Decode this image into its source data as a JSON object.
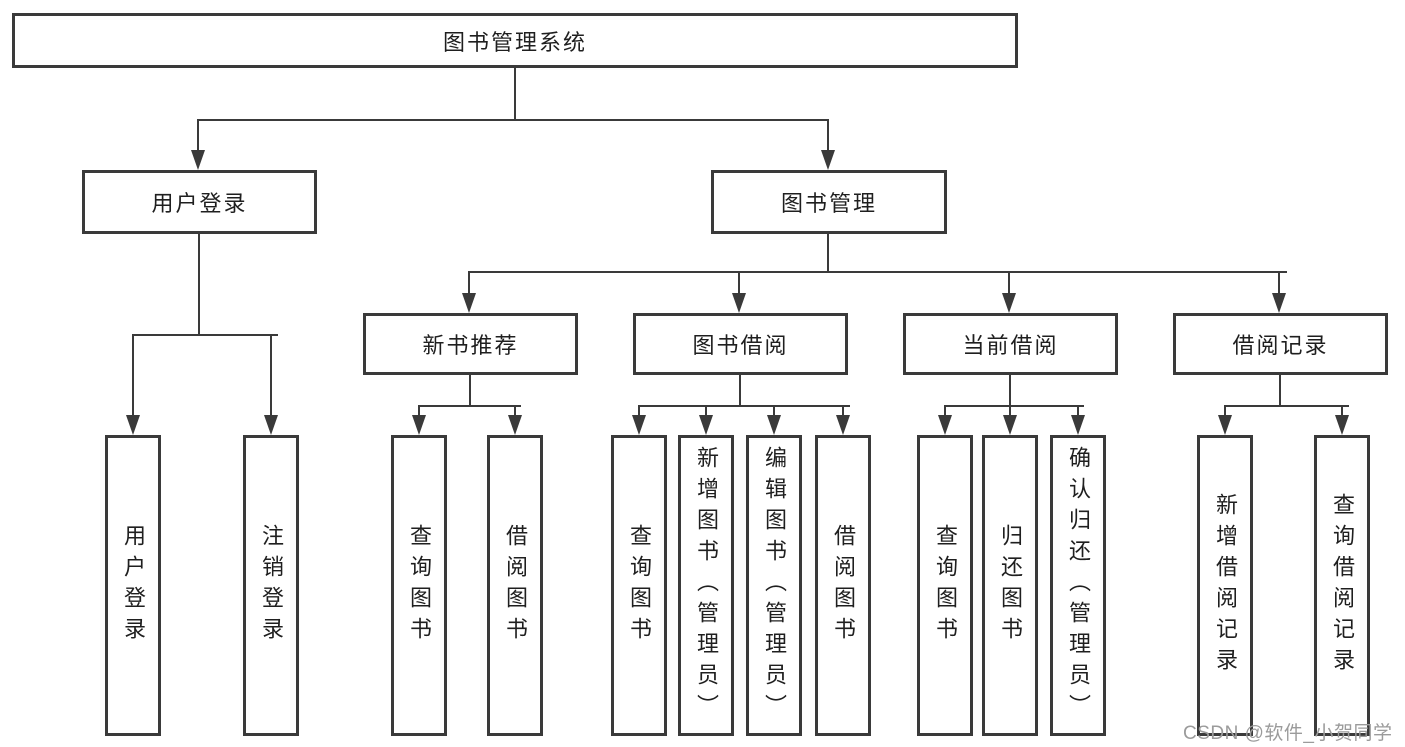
{
  "diagram": {
    "title": "图书管理系统",
    "root": {
      "label": "图书管理系统"
    },
    "level2": [
      {
        "id": "user-login",
        "label": "用户登录"
      },
      {
        "id": "book-management",
        "label": "图书管理"
      }
    ],
    "level3": [
      {
        "id": "new-book-recommend",
        "label": "新书推荐",
        "parent": "图书管理"
      },
      {
        "id": "book-borrow",
        "label": "图书借阅",
        "parent": "图书管理"
      },
      {
        "id": "current-borrow",
        "label": "当前借阅",
        "parent": "图书管理"
      },
      {
        "id": "borrow-record",
        "label": "借阅记录",
        "parent": "图书管理"
      }
    ],
    "leaves": [
      {
        "id": "leaf-user-login",
        "label": "用户登录",
        "parent": "用户登录"
      },
      {
        "id": "leaf-logout",
        "label": "注销登录",
        "parent": "用户登录"
      },
      {
        "id": "leaf-query-book-1",
        "label": "查询图书",
        "parent": "新书推荐"
      },
      {
        "id": "leaf-borrow-book-1",
        "label": "借阅图书",
        "parent": "新书推荐"
      },
      {
        "id": "leaf-query-book-2",
        "label": "查询图书",
        "parent": "图书借阅"
      },
      {
        "id": "leaf-add-book",
        "label": "新增图书（管理员）",
        "parent": "图书借阅"
      },
      {
        "id": "leaf-edit-book",
        "label": "编辑图书（管理员）",
        "parent": "图书借阅"
      },
      {
        "id": "leaf-borrow-book-2",
        "label": "借阅图书",
        "parent": "图书借阅"
      },
      {
        "id": "leaf-query-book-3",
        "label": "查询图书",
        "parent": "当前借阅"
      },
      {
        "id": "leaf-return-book",
        "label": "归还图书",
        "parent": "当前借阅"
      },
      {
        "id": "leaf-confirm-return",
        "label": "确认归还（管理员）",
        "parent": "当前借阅"
      },
      {
        "id": "leaf-add-borrow-record",
        "label": "新增借阅记录",
        "parent": "借阅记录"
      },
      {
        "id": "leaf-query-borrow-record",
        "label": "查询借阅记录",
        "parent": "借阅记录"
      }
    ]
  },
  "watermark": {
    "text": "CSDN @软件_小贺同学",
    "color": "#9b9b9b"
  },
  "colors": {
    "line": "#3a3a3a",
    "box_border": "#3a3a3a",
    "text": "#1f1f1f",
    "background": "#ffffff"
  }
}
